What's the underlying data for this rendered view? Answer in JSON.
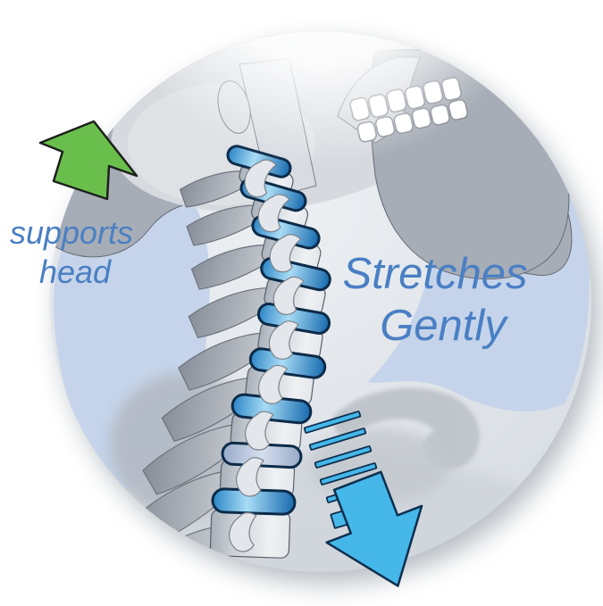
{
  "illustration": {
    "name": "cervical-traction-diagram",
    "labels": {
      "supports_line1": "supports",
      "supports_line2": "head",
      "stretches_line1": "Stretches",
      "stretches_line2": "Gently"
    },
    "colors": {
      "label_text": "#4a7fc3",
      "support_arrow": "#6abf4c",
      "support_arrow_outline": "#1d201d",
      "traction_arrow": "#45b7e9",
      "traction_outline": "#0d2e4e",
      "disc_outline": "#0c2b49",
      "disc_mid": "#2b86c6",
      "disc_light": "#a8dcf5",
      "disc_dark": "#176aae",
      "disc_unloaded_dark": "#97a9c9",
      "disc_unloaded_light": "#d6dfee",
      "tissue_blue": "#c5d4ea",
      "circle_inner": "#edf0f3",
      "circle_edge": "#d8dde3",
      "bone_dark": "#a7adb6",
      "bone_light": "#d6d9de"
    },
    "icons": {
      "support_arrow": "arrow-up-left",
      "traction_arrow": "arrow-down-right",
      "traction_bars": "traction-increment-bars"
    }
  }
}
